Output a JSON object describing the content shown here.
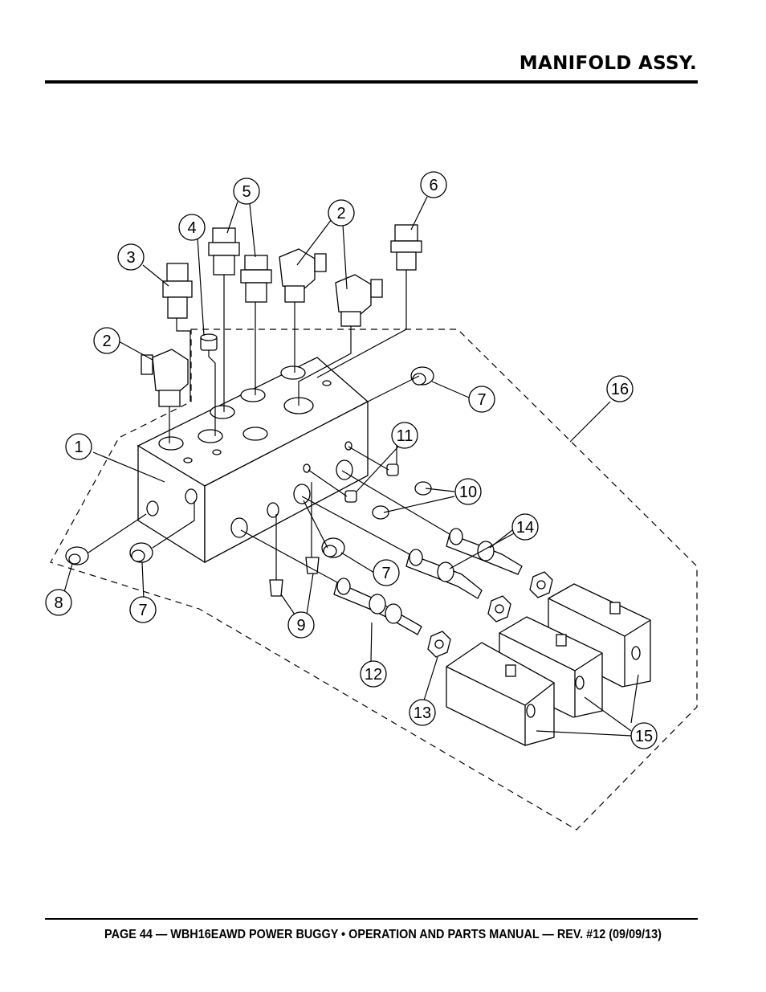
{
  "header": {
    "title": "MANIFOLD ASSY."
  },
  "footer": {
    "text": "PAGE 44 — WBH16EAWD POWER BUGGY • OPERATION AND PARTS MANUAL — REV. #12 (09/09/13)"
  },
  "callouts": [
    "1",
    "2",
    "2",
    "3",
    "4",
    "5",
    "6",
    "7",
    "7",
    "7",
    "8",
    "9",
    "10",
    "11",
    "12",
    "13",
    "14",
    "15",
    "16"
  ]
}
